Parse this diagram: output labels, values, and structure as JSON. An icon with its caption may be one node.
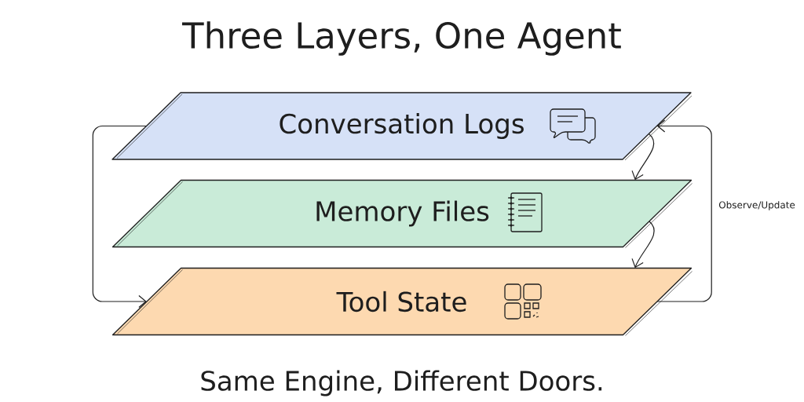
{
  "diagram": {
    "title": "Three Layers, One Agent",
    "caption": "Same Engine, Different Doors.",
    "nodes": [
      {
        "text": [
          "Conversation Logs"
        ]
      },
      {
        "text": [
          "Memory Files"
        ]
      },
      {
        "text": [
          "Tool State"
        ]
      }
    ],
    "edges": [
      {
        "from": 0,
        "to": 1,
        "arrow": "to"
      },
      {
        "from": 1,
        "to": 2,
        "arrow": "to"
      },
      {
        "from": 0,
        "to": 2,
        "arrow": "to"
      },
      {
        "from": 2,
        "to": 0,
        "arrow": "to",
        "label": "Observe/Update"
      }
    ]
  }
}
